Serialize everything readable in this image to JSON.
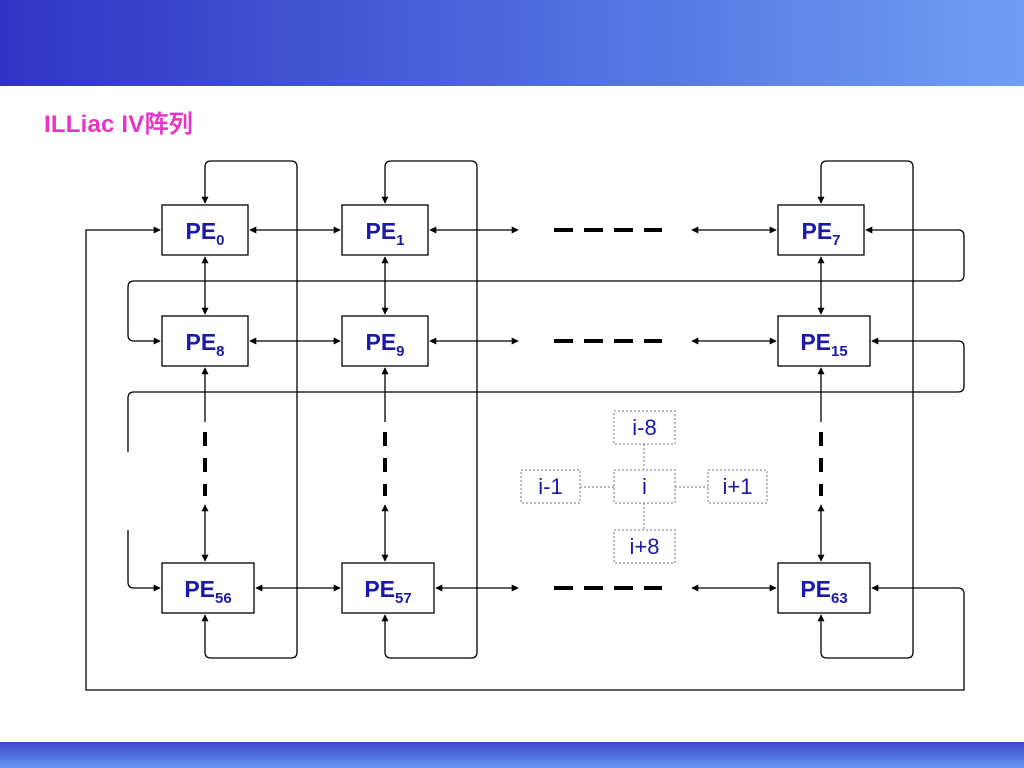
{
  "slide": {
    "title": "ILLiac IV阵列"
  },
  "diagram": {
    "pe_prefix": "PE",
    "nodes": [
      {
        "id": "pe0",
        "sub": "0"
      },
      {
        "id": "pe1",
        "sub": "1"
      },
      {
        "id": "pe7",
        "sub": "7"
      },
      {
        "id": "pe8",
        "sub": "8"
      },
      {
        "id": "pe9",
        "sub": "9"
      },
      {
        "id": "pe15",
        "sub": "15"
      },
      {
        "id": "pe56",
        "sub": "56"
      },
      {
        "id": "pe57",
        "sub": "57"
      },
      {
        "id": "pe63",
        "sub": "63"
      }
    ],
    "neighborhood": {
      "center": "i",
      "up": "i-8",
      "down": "i+8",
      "left": "i-1",
      "right": "i+1"
    },
    "colors": {
      "line": "#000000",
      "pe_text": "#1a1aa8",
      "title": "#e834c6"
    }
  }
}
